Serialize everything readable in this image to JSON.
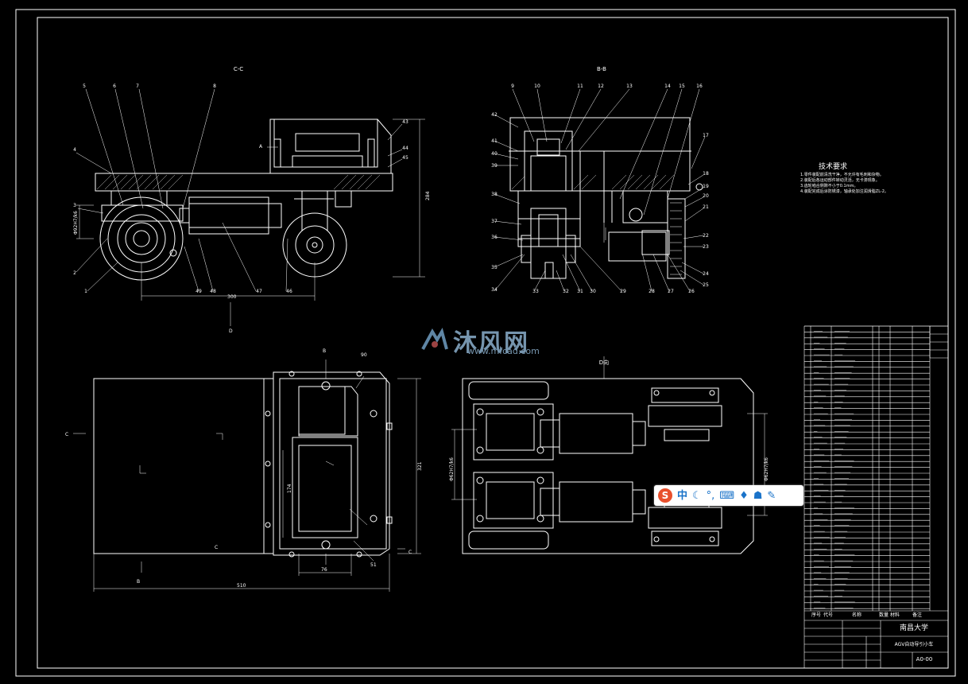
{
  "views": {
    "cc_label": "C-C",
    "bb_label": "B-B",
    "d_label": "D向",
    "section_marks": {
      "a": "A",
      "b": "B",
      "c": "C",
      "d": "D"
    }
  },
  "callouts_cc": [
    "5",
    "6",
    "7",
    "8",
    "4",
    "3",
    "2",
    "1",
    "49",
    "48",
    "47",
    "46",
    "43",
    "44",
    "45"
  ],
  "callouts_bb": [
    "9",
    "10",
    "11",
    "12",
    "13",
    "14",
    "15",
    "16",
    "17",
    "18",
    "19",
    "20",
    "21",
    "22",
    "23",
    "24",
    "25",
    "26",
    "27",
    "28",
    "29",
    "30",
    "31",
    "32",
    "33",
    "34",
    "35",
    "36",
    "37",
    "38",
    "39",
    "40",
    "41",
    "42"
  ],
  "dimensions": {
    "cc_height": "284",
    "cc_width": "300",
    "cc_left": "Φ92H7/k6",
    "plan_width": "510",
    "plan_height": "321",
    "plan_inner_h": "174",
    "plan_inner_w": "76",
    "plan_tag_90": "90",
    "plan_tag_51": "51",
    "dview_h1": "Φ62H7/k6",
    "dview_h2": "Φ62H7/k6"
  },
  "tech_req": {
    "title": "技术要求",
    "lines": [
      "1.零件装配前清洗干净，不允许有毛刺和杂物。",
      "2.装配后各运动部件转动灵活，无卡滞现象。",
      "3.齿轮啮合侧隙不小于0.1mm。",
      "4.装配完成后涂防锈漆，轴承处加注润滑脂ZL-2。"
    ]
  },
  "title_block": {
    "school": "南昌大学",
    "drawing_name": "AGV自动导引小车",
    "drawing_no": "A0-00",
    "header": [
      "序号",
      "代号",
      "名称",
      "数量",
      "材料",
      "备注"
    ]
  },
  "watermark": {
    "name": "沐风网",
    "url": "www.mfcad.com"
  },
  "ime_toolbar": {
    "logo": "S",
    "lang": "中"
  },
  "colors": {
    "line": "#ffffff",
    "bg": "#000000",
    "ime_accent": "#1a73c9",
    "ime_logo": "#e8502d"
  }
}
